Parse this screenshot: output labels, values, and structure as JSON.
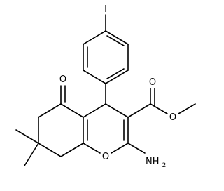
{
  "molecule": {
    "atoms": {
      "iodine": "I",
      "ketone_oxygen": "O",
      "ester_carbonyl_oxygen": "O",
      "ester_ether_oxygen": "O",
      "ring_oxygen": "O",
      "amine": "NH",
      "amine_subscript": "2"
    }
  },
  "colors": {
    "bond": "#000000",
    "label": "#000000",
    "background": "#ffffff"
  }
}
